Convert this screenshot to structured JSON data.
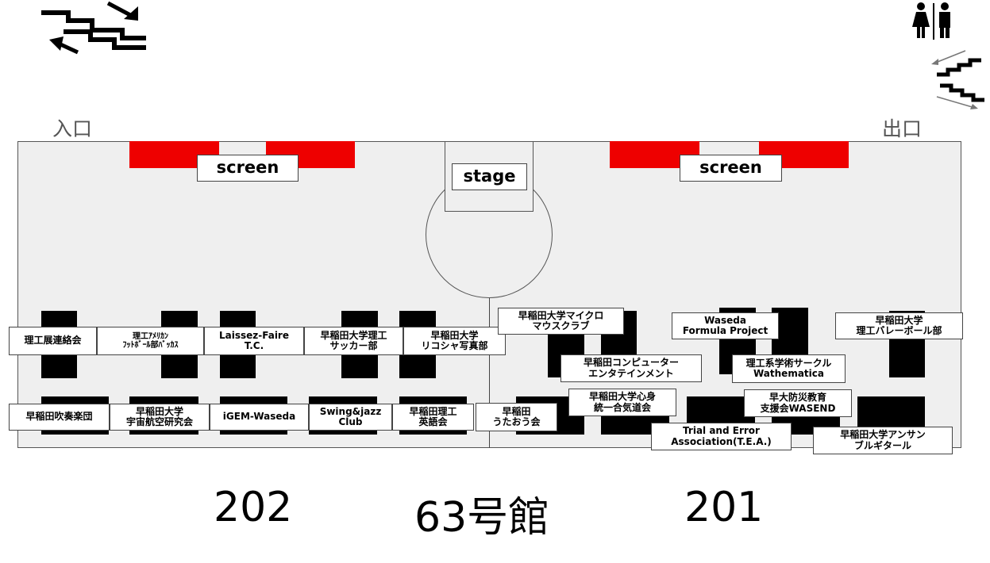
{
  "entrance_label": "入口",
  "exit_label": "出口",
  "screen_label": "screen",
  "stage_label": "stage",
  "rooms": {
    "left": "202",
    "right": "201",
    "building": "63号館"
  },
  "icons": {
    "stairs_left": "stairs-arrows-icon",
    "stairs_right": "stairs-arrows-icon",
    "restroom": "restroom-icon"
  },
  "colors": {
    "screen_red": "#ee0000",
    "room_fill": "#efefef"
  },
  "booths": {
    "b1": "理工展連絡会",
    "b2": "理工ｱﾒﾘｶﾝ\nﾌｯﾄﾎﾞｰﾙ部ﾊﾞｯｶｽ",
    "b3": "Laissez-Faire\nT.C.",
    "b4": "早稲田大学理工\nサッカー部",
    "b5": "早稲田大学\nリコシャ写真部",
    "b6": "早稲田吹奏楽団",
    "b7": "早稲田大学\n宇宙航空研究会",
    "b8": "iGEM-Waseda",
    "b9": "Swing&jazz\nClub",
    "b10": "早稲田理工\n英語会",
    "b11": "早稲田\nうたおう会",
    "b12": "早稲田大学マイクロ\nマウスクラブ",
    "b13": "早稲田コンピューター\nエンタテインメント",
    "b14": "早稲田大学心身\n統一合気道会",
    "b15": "Waseda\nFormula Project",
    "b16": "理工系学術サークル\nWathematica",
    "b17": "早大防災教育\n支援会WASEND",
    "b18": "Trial and Error\nAssociation(T.E.A.)",
    "b19": "早稲田大学\n理工バレーボール部",
    "b20": "早稲田大学アンサン\nブルギタール"
  }
}
